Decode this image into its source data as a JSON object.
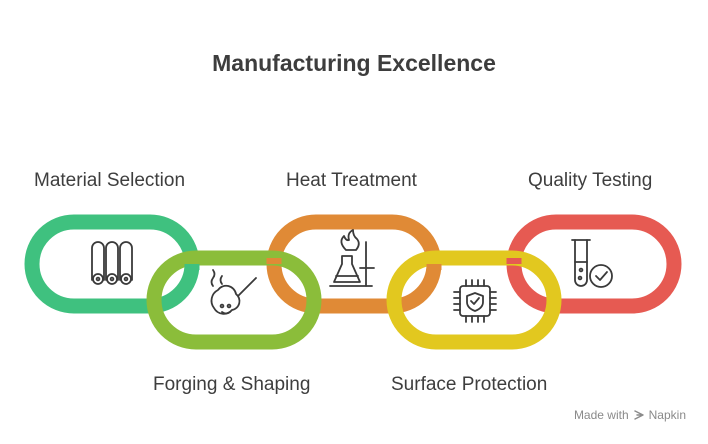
{
  "title": "Manufacturing Excellence",
  "steps": [
    {
      "label": "Material Selection",
      "color": "#3fc17f",
      "icon": "material-rolls-icon"
    },
    {
      "label": "Forging & Shaping",
      "color": "#8bbd3a",
      "icon": "hammer-forging-icon"
    },
    {
      "label": "Heat Treatment",
      "color": "#e08a36",
      "icon": "flame-flask-icon"
    },
    {
      "label": "Surface Protection",
      "color": "#e2c81f",
      "icon": "shield-chip-icon"
    },
    {
      "label": "Quality Testing",
      "color": "#e65a52",
      "icon": "test-tube-check-icon"
    }
  ],
  "footer": {
    "made_with": "Made with",
    "brand": "Napkin"
  }
}
